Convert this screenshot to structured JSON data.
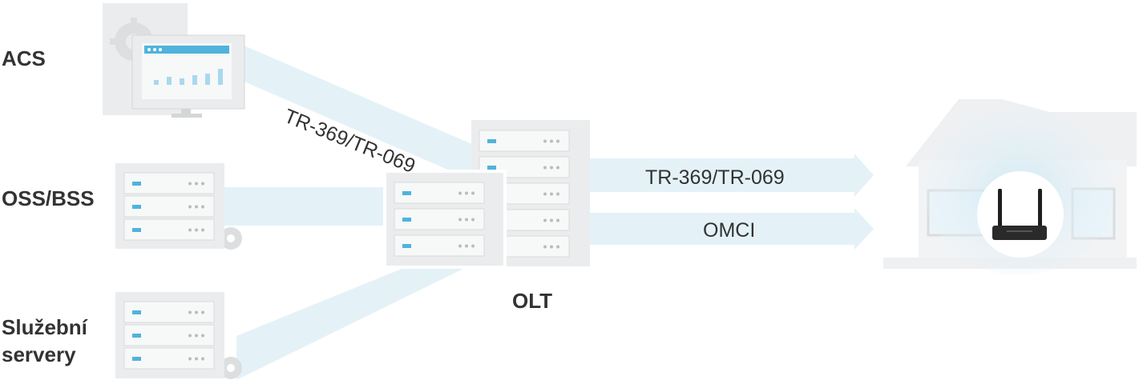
{
  "nodes": {
    "acs": "ACS",
    "oss_bss": "OSS/BSS",
    "service_servers_line1": "Služební",
    "service_servers_line2": "servery",
    "olt": "OLT"
  },
  "links": {
    "acs_to_olt": "TR-369/TR-069",
    "olt_to_home_management": "TR-369/TR-069",
    "olt_to_home_omci": "OMCI"
  },
  "colors": {
    "beam": "#e4f2f8",
    "panel": "#ebeced",
    "panel_inner": "#f7f8f8",
    "led": "#4fb3dd",
    "dots": "#b9bcbe",
    "text": "#333333"
  }
}
